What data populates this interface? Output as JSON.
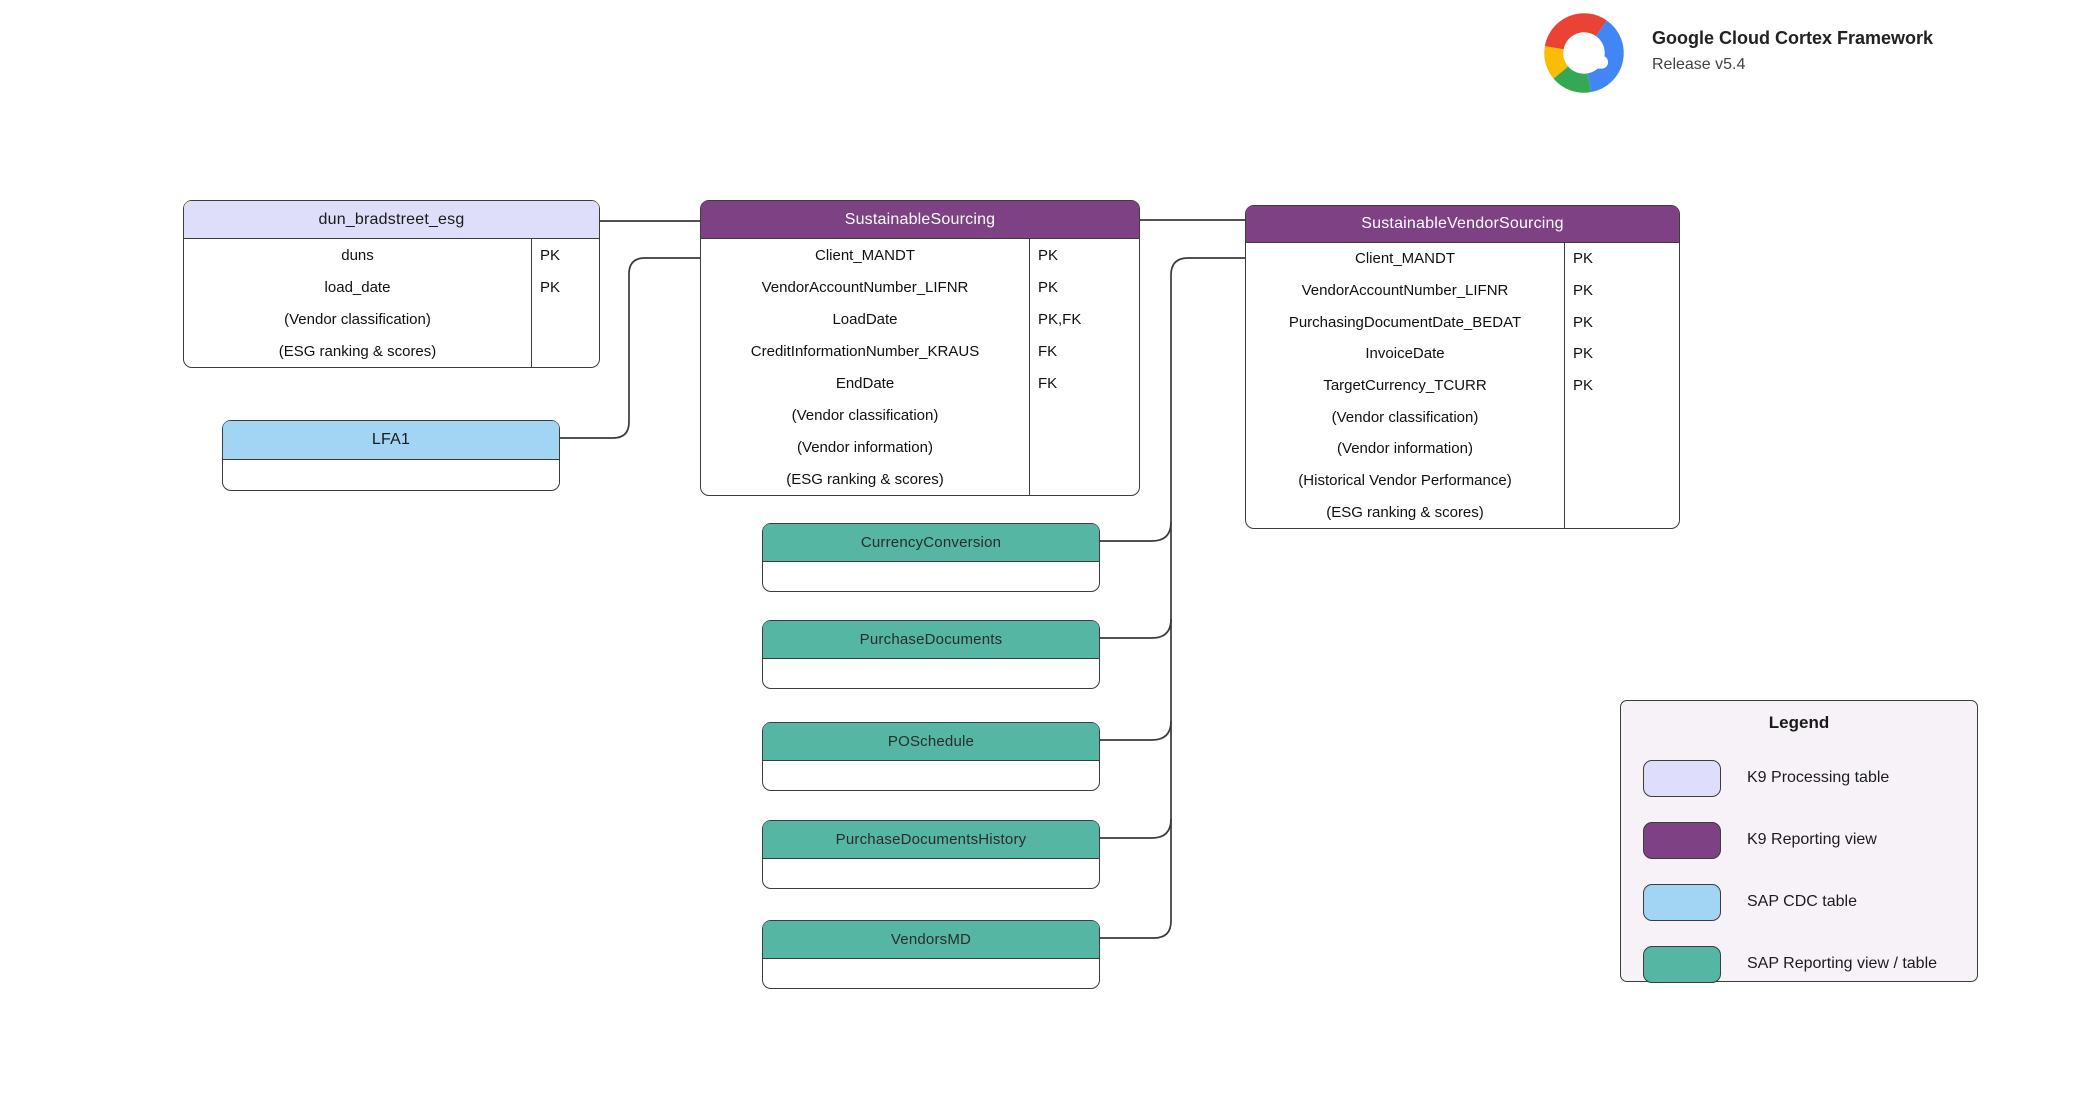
{
  "branding": {
    "title": "Google Cloud Cortex Framework",
    "subtitle": "Release v5.4",
    "logo_colors": {
      "red": "#EA4335",
      "yellow": "#FBBC04",
      "green": "#34A853",
      "blue": "#4285F4"
    }
  },
  "legend": {
    "title": "Legend",
    "items": [
      {
        "type": "k9-processing",
        "label": "K9 Processing table",
        "color": "#dedefa",
        "text_color": "#1a1a1a"
      },
      {
        "type": "k9-reporting",
        "label": "K9 Reporting view",
        "color": "#7d4184",
        "text_color": "#ffffff"
      },
      {
        "type": "sap-cdc",
        "label": "SAP CDC table",
        "color": "#a1d5f3",
        "text_color": "#1a1a1a"
      },
      {
        "type": "sap-reporting",
        "label": "SAP Reporting view / table",
        "color": "#54b6a3",
        "text_color": "#2c2c2c"
      }
    ]
  },
  "tables": [
    {
      "id": "dun_bradstreet_esg",
      "title": "dun_bradstreet_esg",
      "type": "k9-processing",
      "has_key_column": true,
      "rows": [
        {
          "name": "duns",
          "key": "PK"
        },
        {
          "name": "load_date",
          "key": "PK"
        },
        {
          "name": "(Vendor classification)",
          "key": ""
        },
        {
          "name": "(ESG ranking & scores)",
          "key": ""
        }
      ]
    },
    {
      "id": "lfa1",
      "title": "LFA1",
      "type": "sap-cdc",
      "has_key_column": false,
      "rows": [
        {
          "name": "",
          "key": ""
        }
      ]
    },
    {
      "id": "sustainable_sourcing",
      "title": "SustainableSourcing",
      "type": "k9-reporting",
      "has_key_column": true,
      "rows": [
        {
          "name": "Client_MANDT",
          "key": "PK"
        },
        {
          "name": "VendorAccountNumber_LIFNR",
          "key": "PK"
        },
        {
          "name": "LoadDate",
          "key": "PK,FK"
        },
        {
          "name": "CreditInformationNumber_KRAUS",
          "key": "FK"
        },
        {
          "name": "EndDate",
          "key": "FK"
        },
        {
          "name": "(Vendor classification)",
          "key": ""
        },
        {
          "name": "(Vendor information)",
          "key": ""
        },
        {
          "name": "(ESG ranking & scores)",
          "key": ""
        }
      ]
    },
    {
      "id": "sustainable_vendor_sourcing",
      "title": "SustainableVendorSourcing",
      "type": "k9-reporting",
      "has_key_column": true,
      "rows": [
        {
          "name": "Client_MANDT",
          "key": "PK"
        },
        {
          "name": "VendorAccountNumber_LIFNR",
          "key": "PK"
        },
        {
          "name": "PurchasingDocumentDate_BEDAT",
          "key": "PK"
        },
        {
          "name": "InvoiceDate",
          "key": "PK"
        },
        {
          "name": "TargetCurrency_TCURR",
          "key": "PK"
        },
        {
          "name": "(Vendor classification)",
          "key": ""
        },
        {
          "name": "(Vendor information)",
          "key": ""
        },
        {
          "name": "(Historical Vendor Performance)",
          "key": ""
        },
        {
          "name": "(ESG ranking & scores)",
          "key": ""
        }
      ]
    },
    {
      "id": "currency_conversion",
      "title": "CurrencyConversion",
      "type": "sap-reporting",
      "has_key_column": false,
      "rows": [
        {
          "name": "",
          "key": ""
        }
      ]
    },
    {
      "id": "purchase_documents",
      "title": "PurchaseDocuments",
      "type": "sap-reporting",
      "has_key_column": false,
      "rows": [
        {
          "name": "",
          "key": ""
        }
      ]
    },
    {
      "id": "po_schedule",
      "title": "POSchedule",
      "type": "sap-reporting",
      "has_key_column": false,
      "rows": [
        {
          "name": "",
          "key": ""
        }
      ]
    },
    {
      "id": "purchase_documents_history",
      "title": "PurchaseDocumentsHistory",
      "type": "sap-reporting",
      "has_key_column": false,
      "rows": [
        {
          "name": "",
          "key": ""
        }
      ]
    },
    {
      "id": "vendors_md",
      "title": "VendorsMD",
      "type": "sap-reporting",
      "has_key_column": false,
      "rows": [
        {
          "name": "",
          "key": ""
        }
      ]
    }
  ],
  "connections": [
    {
      "from": "dun_bradstreet_esg",
      "to": "SustainableSourcing"
    },
    {
      "from": "LFA1",
      "to": "SustainableSourcing"
    },
    {
      "from": "SustainableSourcing",
      "to": "SustainableVendorSourcing"
    },
    {
      "from": "CurrencyConversion",
      "to": "SustainableVendorSourcing"
    },
    {
      "from": "PurchaseDocuments",
      "to": "SustainableVendorSourcing"
    },
    {
      "from": "POSchedule",
      "to": "SustainableVendorSourcing"
    },
    {
      "from": "PurchaseDocumentsHistory",
      "to": "SustainableVendorSourcing"
    },
    {
      "from": "VendorsMD",
      "to": "SustainableVendorSourcing"
    }
  ]
}
